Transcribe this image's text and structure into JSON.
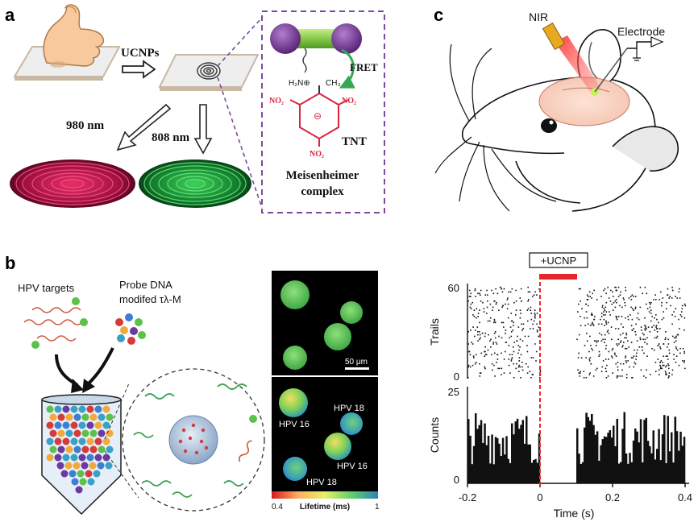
{
  "figure": {
    "panel_a": {
      "letter": "a",
      "label_ucnps": "UCNPs",
      "label_980": "980 nm",
      "label_808": "808 nm",
      "label_fret": "FRET",
      "label_tnt": "TNT",
      "label_amine": "H₂N⊕",
      "label_ch3": "CH₃",
      "label_no2_left": "NO₂",
      "label_no2_right": "NO₂",
      "label_no2_bottom": "NO₂",
      "label_minus": "⊖",
      "label_meisenheimer_1": "Meisenheimer",
      "label_meisenheimer_2": "complex",
      "colors": {
        "purple": "#6a2c8a",
        "green": "#7dc242",
        "nitro_red": "#d7263d",
        "fret_green": "#36a853",
        "dash_purple": "#7a4ba0"
      }
    },
    "panel_b": {
      "letter": "b",
      "label_hpv_targets": "HPV targets",
      "label_probe_1": "Probe DNA",
      "label_probe_2": "modifed τλ-M",
      "label_scale": "50 μm",
      "label_hpv16_a": "HPV 16",
      "label_hpv18_a": "HPV 18",
      "label_hpv16_b": "HPV 16",
      "label_hpv18_b": "HPV 18",
      "label_lifetime": "Lifetime (ms)",
      "label_lifetime_min": "0.4",
      "label_lifetime_max": "1"
    },
    "panel_c": {
      "letter": "c",
      "label_nir": "NIR",
      "label_electrode": "Electrode"
    }
  },
  "chart_data": [
    {
      "type": "scatter",
      "subtype": "raster",
      "annotation": "+UCNP",
      "ylabel": "Trails",
      "ylim": [
        0,
        60
      ],
      "yticks": [
        "60",
        "0"
      ],
      "xlim": [
        -0.2,
        0.4
      ],
      "stimulus_window": [
        0,
        0.1
      ],
      "silent_window": [
        0,
        0.1
      ],
      "marker_line_x": 0
    },
    {
      "type": "bar",
      "subtype": "histogram",
      "xlabel": "Time (s)",
      "ylabel": "Counts",
      "xlim": [
        -0.2,
        0.4
      ],
      "ylim": [
        0,
        25
      ],
      "yticks": [
        "25",
        "0"
      ],
      "xticks": [
        "-0.2",
        "0",
        "0.2",
        "0.4"
      ],
      "xtick_values": [
        -0.2,
        0,
        0.2,
        0.4
      ],
      "marker_line_x": 0,
      "bin_width": 0.005,
      "baseline_mean": 12,
      "silent_window": [
        0,
        0.1
      ]
    }
  ]
}
